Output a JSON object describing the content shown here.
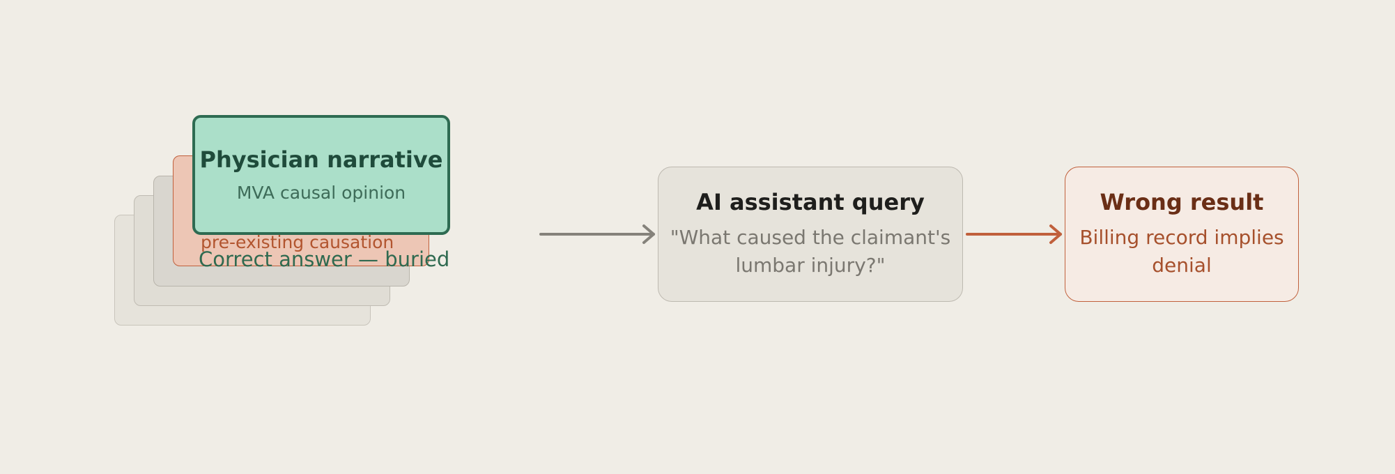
{
  "documents": {
    "physician": {
      "title": "Physician narrative",
      "subtitle": "MVA causal opinion"
    },
    "billing_text": "pre-existing causation",
    "buried_note": "Correct answer — buried"
  },
  "query": {
    "title": "AI assistant query",
    "text": "\"What caused the claimant's lumbar injury?\""
  },
  "result": {
    "title": "Wrong result",
    "text": "Billing record implies denial"
  },
  "colors": {
    "background": "#f0ede6",
    "physician_fill": "#abdfc9",
    "physician_border": "#2e6b52",
    "billing_fill": "#edc6b5",
    "accent_red": "#c0603c",
    "arrow_gray": "#85827b"
  }
}
